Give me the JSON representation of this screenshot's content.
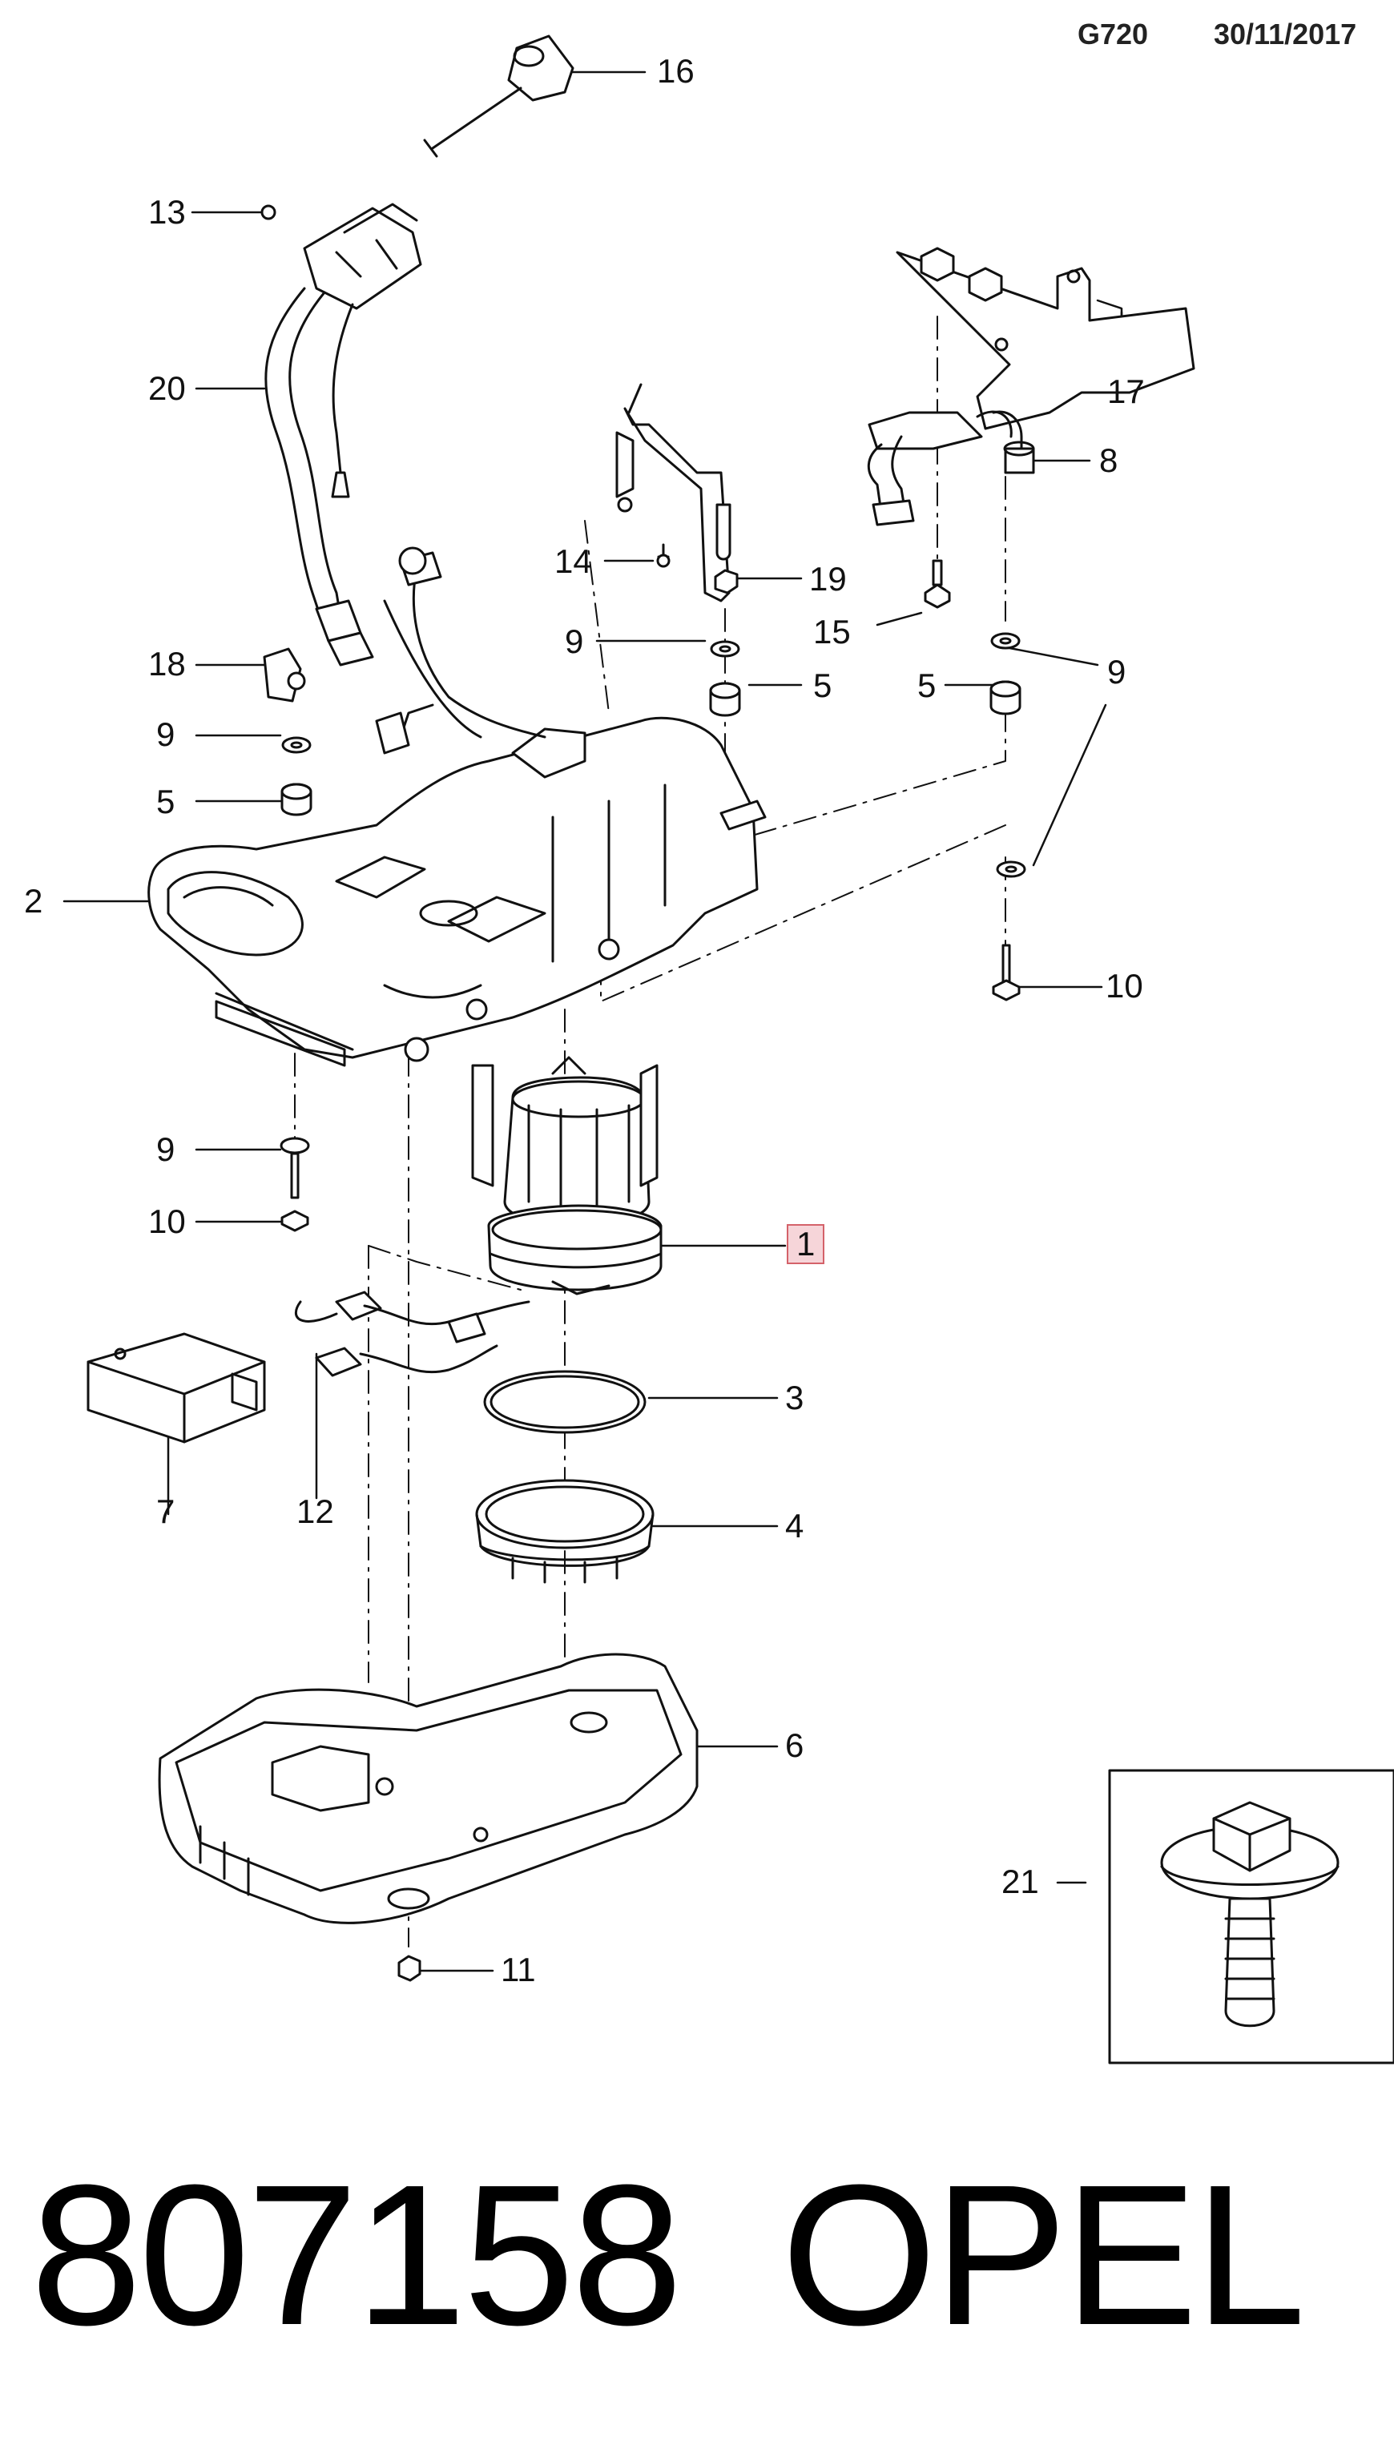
{
  "header": {
    "code": "G720",
    "date": "30/11/2017"
  },
  "callouts": {
    "c1": "1",
    "c2": "2",
    "c3": "3",
    "c4": "4",
    "c5a": "5",
    "c5b": "5",
    "c5c": "5",
    "c6": "6",
    "c7": "7",
    "c8": "8",
    "c9a": "9",
    "c9b": "9",
    "c9c": "9",
    "c9d": "9",
    "c10a": "10",
    "c10b": "10",
    "c11": "11",
    "c12": "12",
    "c13": "13",
    "c14": "14",
    "c15": "15",
    "c16": "16",
    "c17": "17",
    "c18": "18",
    "c19": "19",
    "c20": "20",
    "c21": "21"
  },
  "highlighted_part": "1",
  "footer": {
    "part_number": "807158",
    "brand": "OPEL"
  }
}
